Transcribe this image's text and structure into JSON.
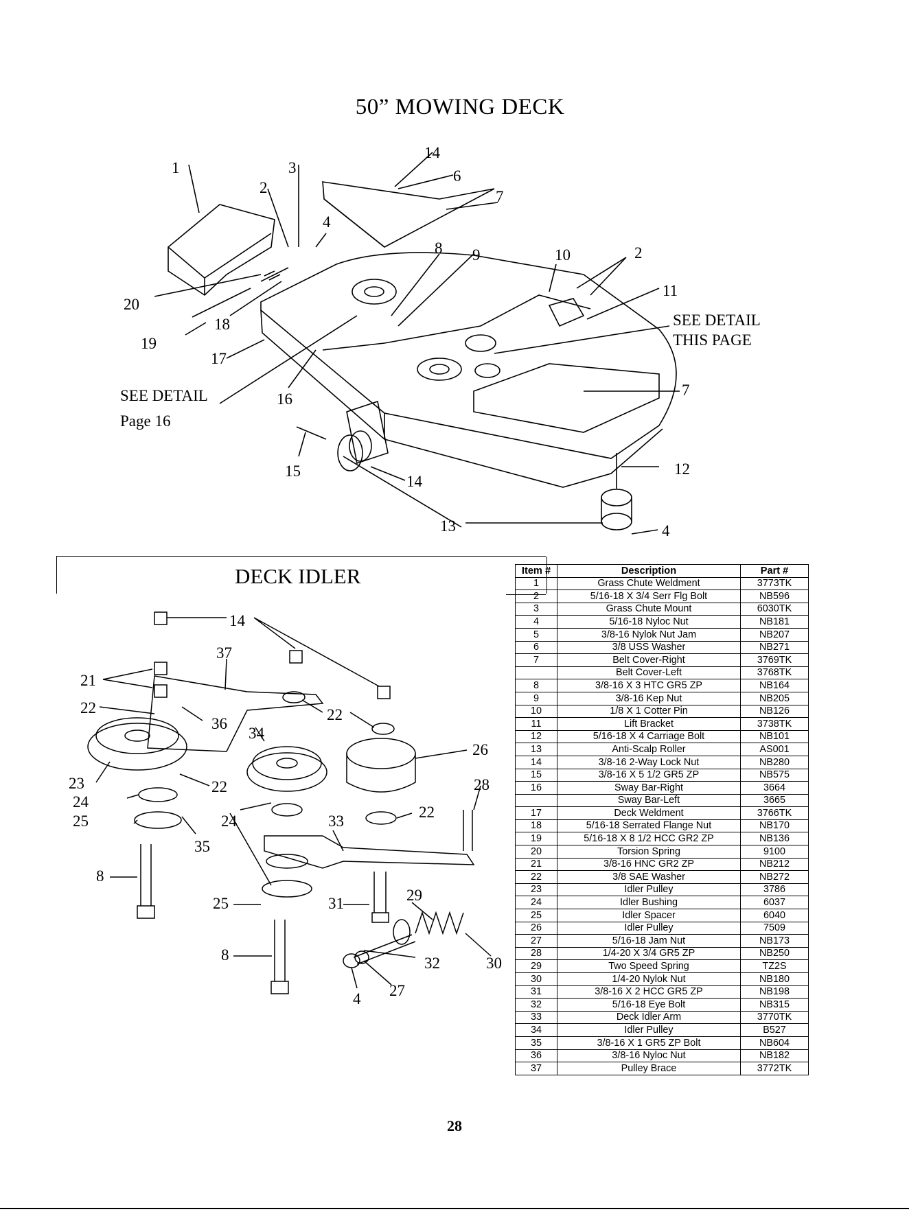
{
  "main": {
    "title": "50” MOWING DECK",
    "page_number": "28",
    "deck_callouts": {
      "c1": "1",
      "c2a": "2",
      "c3": "3",
      "c4a": "4",
      "c14a": "14",
      "c6": "6",
      "c7a": "7",
      "c8": "8",
      "c9": "9",
      "c10": "10",
      "c2b": "2",
      "c11": "11",
      "c20": "20",
      "c18": "18",
      "c19": "19",
      "c17": "17",
      "c16": "16",
      "c7b": "7",
      "c15": "15",
      "c14b": "14",
      "c12": "12",
      "c13": "13",
      "c4b": "4"
    },
    "detail_notes": {
      "this_page_l1": "SEE DETAIL",
      "this_page_l2": "THIS PAGE",
      "page16_l1": "SEE DETAIL",
      "page16_l2": "Page 16"
    },
    "idler_title": "DECK IDLER",
    "idler_callouts": {
      "c14": "14",
      "c37": "37",
      "c21": "21",
      "c22a": "22",
      "c36": "36",
      "c22b": "22",
      "c34": "34",
      "c26": "26",
      "c23": "23",
      "c24a": "24",
      "c22c": "22",
      "c28": "28",
      "c25a": "25",
      "c24b": "24",
      "c33": "33",
      "c22d": "22",
      "c35": "35",
      "c8a": "8",
      "c29": "29",
      "c25b": "25",
      "c31": "31",
      "c8b": "8",
      "c32": "32",
      "c30": "30",
      "c27": "27",
      "c4": "4"
    }
  },
  "parts_table": {
    "headers": {
      "item": "Item #",
      "description": "Description",
      "part": "Part #"
    },
    "rows": [
      {
        "item": "1",
        "description": "Grass Chute Weldment",
        "part": "3773TK"
      },
      {
        "item": "2",
        "description": "5/16-18 X 3/4 Serr Flg Bolt",
        "part": "NB596"
      },
      {
        "item": "3",
        "description": "Grass Chute Mount",
        "part": "6030TK"
      },
      {
        "item": "4",
        "description": "5/16-18 Nyloc Nut",
        "part": "NB181"
      },
      {
        "item": "5",
        "description": "3/8-16 Nylok Nut Jam",
        "part": "NB207"
      },
      {
        "item": "6",
        "description": "3/8 USS Washer",
        "part": "NB271"
      },
      {
        "item": "7",
        "description": "Belt Cover-Right",
        "part": "3769TK"
      },
      {
        "item": "",
        "description": "Belt Cover-Left",
        "part": "3768TK"
      },
      {
        "item": "8",
        "description": "3/8-16 X 3 HTC GR5 ZP",
        "part": "NB164"
      },
      {
        "item": "9",
        "description": "3/8-16 Kep Nut",
        "part": "NB205"
      },
      {
        "item": "10",
        "description": "1/8 X 1 Cotter Pin",
        "part": "NB126"
      },
      {
        "item": "11",
        "description": "Lift Bracket",
        "part": "3738TK"
      },
      {
        "item": "12",
        "description": "5/16-18 X 4 Carriage Bolt",
        "part": "NB101"
      },
      {
        "item": "13",
        "description": "Anti-Scalp Roller",
        "part": "AS001"
      },
      {
        "item": "14",
        "description": "3/8-16 2-Way Lock Nut",
        "part": "NB280"
      },
      {
        "item": "15",
        "description": "3/8-16 X 5 1/2 GR5 ZP",
        "part": "NB575"
      },
      {
        "item": "16",
        "description": "Sway Bar-Right",
        "part": "3664"
      },
      {
        "item": "",
        "description": "Sway Bar-Left",
        "part": "3665"
      },
      {
        "item": "17",
        "description": "Deck Weldment",
        "part": "3766TK"
      },
      {
        "item": "18",
        "description": "5/16-18 Serrated Flange Nut",
        "part": "NB170"
      },
      {
        "item": "19",
        "description": "5/16-18 X 8 1/2 HCC GR2 ZP",
        "part": "NB136"
      },
      {
        "item": "20",
        "description": "Torsion Spring",
        "part": "9100"
      },
      {
        "item": "21",
        "description": "3/8-16 HNC GR2 ZP",
        "part": "NB212"
      },
      {
        "item": "22",
        "description": "3/8 SAE Washer",
        "part": "NB272"
      },
      {
        "item": "23",
        "description": "Idler Pulley",
        "part": "3786"
      },
      {
        "item": "24",
        "description": "Idler Bushing",
        "part": "6037"
      },
      {
        "item": "25",
        "description": "Idler Spacer",
        "part": "6040"
      },
      {
        "item": "26",
        "description": "Idler Pulley",
        "part": "7509"
      },
      {
        "item": "27",
        "description": "5/16-18 Jam Nut",
        "part": "NB173"
      },
      {
        "item": "28",
        "description": "1/4-20 X 3/4 GR5 ZP",
        "part": "NB250"
      },
      {
        "item": "29",
        "description": "Two Speed Spring",
        "part": "TZ2S"
      },
      {
        "item": "30",
        "description": "1/4-20 Nylok Nut",
        "part": "NB180"
      },
      {
        "item": "31",
        "description": "3/8-16 X 2 HCC GR5 ZP",
        "part": "NB198"
      },
      {
        "item": "32",
        "description": "5/16-18 Eye Bolt",
        "part": "NB315"
      },
      {
        "item": "33",
        "description": "Deck Idler Arm",
        "part": "3770TK"
      },
      {
        "item": "34",
        "description": "Idler Pulley",
        "part": "B527"
      },
      {
        "item": "35",
        "description": "3/8-16 X 1 GR5 ZP Bolt",
        "part": "NB604"
      },
      {
        "item": "36",
        "description": "3/8-16 Nyloc Nut",
        "part": "NB182"
      },
      {
        "item": "37",
        "description": "Pulley Brace",
        "part": "3772TK"
      }
    ]
  }
}
